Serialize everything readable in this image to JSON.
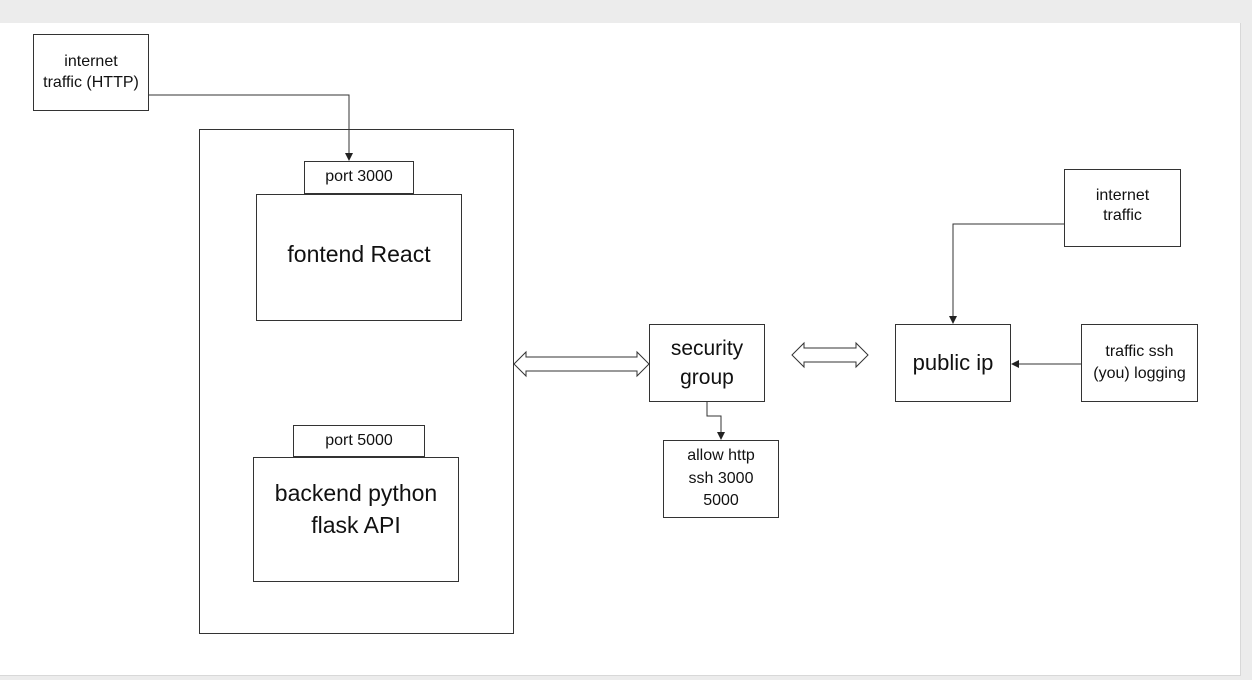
{
  "diagram": {
    "nodes": {
      "internet_http": "internet\ntraffic (HTTP)",
      "port_3000": "port 3000",
      "frontend": "fontend React",
      "port_5000": "port 5000",
      "backend": "backend python\nflask API",
      "security_group": "security\ngroup",
      "allow_rules": "allow http\nssh 3000\n5000",
      "public_ip": "public ip",
      "internet_traffic": "internet\ntraffic",
      "ssh_traffic": "traffic ssh\n(you) logging"
    },
    "edges": [
      {
        "from": "internet_http",
        "to": "port_3000",
        "style": "arrow"
      },
      {
        "from": "security_group",
        "to": "allow_rules",
        "style": "arrow"
      },
      {
        "from": "internet_traffic",
        "to": "public_ip",
        "style": "arrow"
      },
      {
        "from": "ssh_traffic",
        "to": "public_ip",
        "style": "arrow"
      },
      {
        "from": "server_container",
        "to": "security_group",
        "style": "double-block-arrow"
      },
      {
        "from": "security_group",
        "to": "public_ip",
        "style": "double-block-arrow"
      }
    ],
    "colors": {
      "stroke": "#333333",
      "background": "#ffffff",
      "page": "#ececec"
    }
  }
}
